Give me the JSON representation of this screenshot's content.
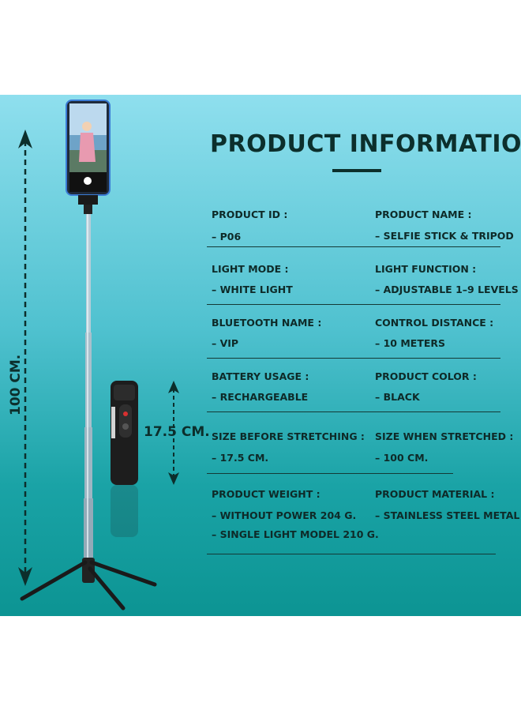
{
  "heading": "PRODUCT INFORMATION",
  "dimensions": {
    "total_height": "100 CM.",
    "handle_height": "17.5 CM."
  },
  "specs": {
    "product_id": {
      "label": "PRODUCT ID :",
      "value": "– P06"
    },
    "product_name": {
      "label": "PRODUCT NAME :",
      "value": "– SELFIE STICK & TRIPOD"
    },
    "light_mode": {
      "label": "LIGHT MODE :",
      "value": "– WHITE LIGHT"
    },
    "light_function": {
      "label": "LIGHT FUNCTION :",
      "value": "– ADJUSTABLE 1–9 LEVELS"
    },
    "bluetooth_name": {
      "label": "BLUETOOTH NAME :",
      "value": "– VIP"
    },
    "control_distance": {
      "label": "CONTROL DISTANCE :",
      "value": "– 10 METERS"
    },
    "battery_usage": {
      "label": "BATTERY USAGE :",
      "value": "– RECHARGEABLE"
    },
    "product_color": {
      "label": "PRODUCT COLOR :",
      "value": "– BLACK"
    },
    "size_before": {
      "label": "SIZE BEFORE STRETCHING :",
      "value": "– 17.5 CM."
    },
    "size_after": {
      "label": "SIZE WHEN STRETCHED :",
      "value": "– 100 CM."
    },
    "product_weight": {
      "label": "PRODUCT WEIGHT :",
      "value": "– WITHOUT POWER 204 G.",
      "value2": "– SINGLE LIGHT MODEL 210 G."
    },
    "product_material": {
      "label": "PRODUCT MATERIAL :",
      "value": "– STAINLESS STEEL METAL"
    }
  },
  "colors": {
    "panel_top": "#8fdfee",
    "panel_bottom": "#0c9493",
    "text": "#0e2a28",
    "heading": "#0c2f2c"
  }
}
